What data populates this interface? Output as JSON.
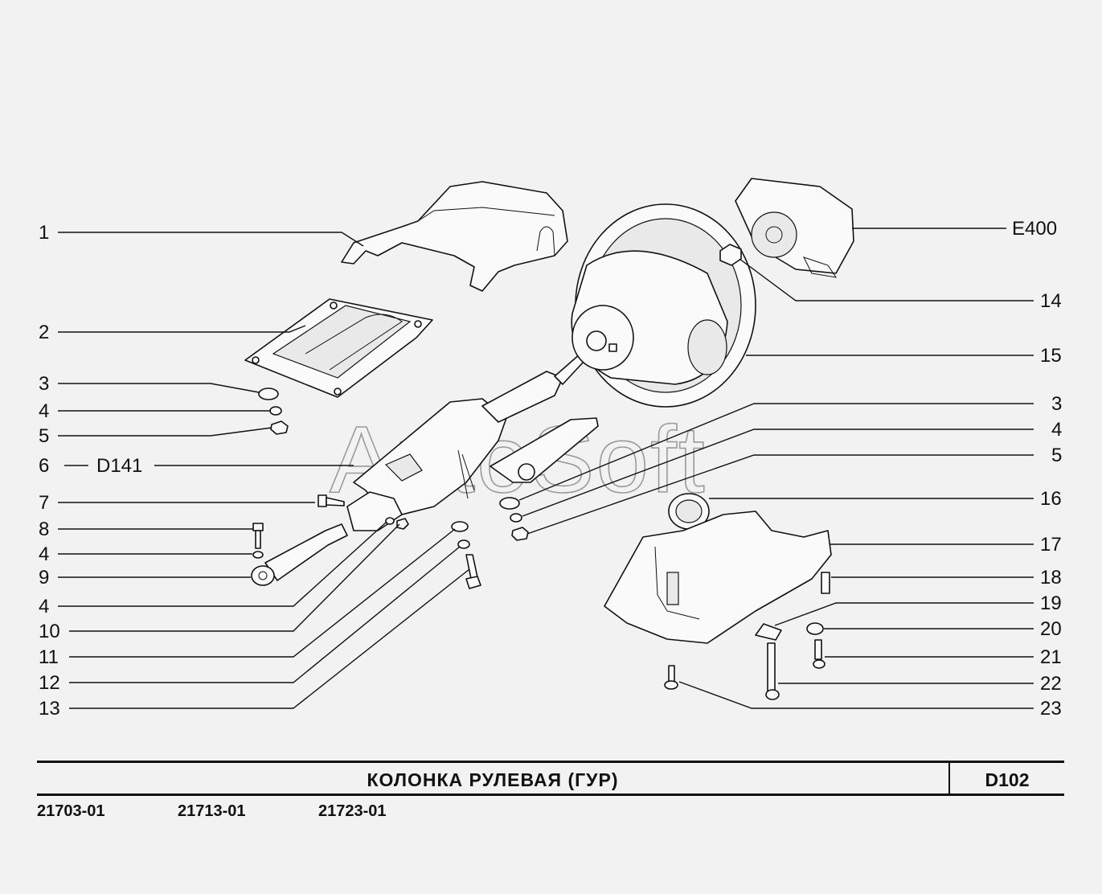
{
  "diagram": {
    "watermark": "AutoSoft",
    "callouts_left": [
      {
        "num": "1"
      },
      {
        "num": "2"
      },
      {
        "num": "3"
      },
      {
        "num": "4"
      },
      {
        "num": "5"
      },
      {
        "num": "6",
        "ref": "D141"
      },
      {
        "num": "7"
      },
      {
        "num": "8"
      },
      {
        "num": "4"
      },
      {
        "num": "9"
      },
      {
        "num": "4"
      },
      {
        "num": "10"
      },
      {
        "num": "11"
      },
      {
        "num": "12"
      },
      {
        "num": "13"
      }
    ],
    "callouts_right": [
      {
        "num": "E400"
      },
      {
        "num": "14"
      },
      {
        "num": "15"
      },
      {
        "num": "3"
      },
      {
        "num": "4"
      },
      {
        "num": "5"
      },
      {
        "num": "16"
      },
      {
        "num": "17"
      },
      {
        "num": "18"
      },
      {
        "num": "19"
      },
      {
        "num": "20"
      },
      {
        "num": "21"
      },
      {
        "num": "22"
      },
      {
        "num": "23"
      }
    ]
  },
  "footer": {
    "title": "КОЛОНКА   РУЛЕВАЯ  (ГУР)",
    "code": "D102",
    "models": [
      "21703-01",
      "21713-01",
      "21723-01"
    ]
  }
}
